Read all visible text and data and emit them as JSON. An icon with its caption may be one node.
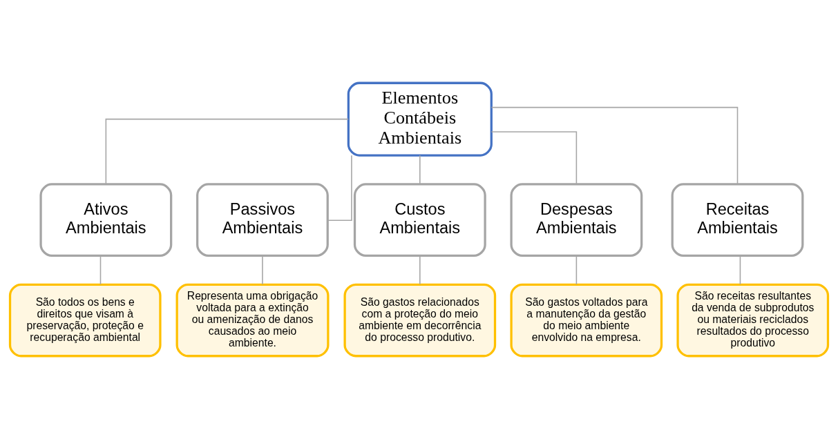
{
  "diagram": {
    "nodes": [
      {
        "text": [
          "Elementos Contábeis Ambientais"
        ]
      },
      {
        "text": [
          "Ativos Ambientais"
        ]
      },
      {
        "text": [
          "Passivos Ambientais"
        ]
      },
      {
        "text": [
          "Custos Ambientais"
        ]
      },
      {
        "text": [
          "Despesas Ambientais"
        ]
      },
      {
        "text": [
          "Receitas Ambientais"
        ]
      },
      {
        "text": [
          "São todos os bens e direitos que visam à preservação, proteção e recuperação ambiental"
        ]
      },
      {
        "text": [
          "Representa uma obrigação voltada para a extinção ou amenização de danos causados ao meio ambiente."
        ]
      },
      {
        "text": [
          "São gastos relacionados com a proteção do meio ambiente em decorrência do processo produtivo."
        ]
      },
      {
        "text": [
          "São gastos voltados para a manutenção da gestão do meio ambiente envolvido na empresa."
        ]
      },
      {
        "text": [
          "São receitas resultantes da venda de subprodutos ou materiais reciclados resultados do processo produtivo"
        ]
      }
    ],
    "edges": [
      {
        "from": 0,
        "to": 1,
        "arrow": "none"
      },
      {
        "from": 0,
        "to": 2,
        "arrow": "none"
      },
      {
        "from": 0,
        "to": 3,
        "arrow": "none"
      },
      {
        "from": 0,
        "to": 4,
        "arrow": "none"
      },
      {
        "from": 0,
        "to": 5,
        "arrow": "none"
      },
      {
        "from": 1,
        "to": 6,
        "arrow": "none"
      },
      {
        "from": 2,
        "to": 7,
        "arrow": "none"
      },
      {
        "from": 3,
        "to": 8,
        "arrow": "none"
      },
      {
        "from": 4,
        "to": 9,
        "arrow": "none"
      },
      {
        "from": 5,
        "to": 10,
        "arrow": "none"
      }
    ]
  }
}
